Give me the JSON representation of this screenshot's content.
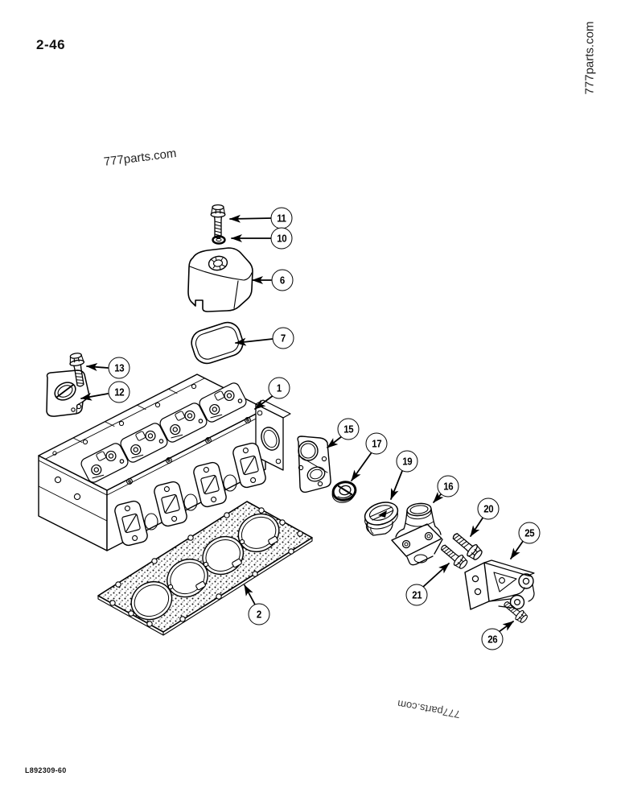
{
  "page": {
    "number": "2-46",
    "drawing_code": "L892309-60"
  },
  "watermarks": {
    "top": "777parts.com",
    "right": "777parts.com",
    "bottom": "777parts.com"
  },
  "colors": {
    "line": "#000000",
    "background": "#ffffff"
  },
  "callouts": [
    {
      "label": "11"
    },
    {
      "label": "10"
    },
    {
      "label": "6"
    },
    {
      "label": "7"
    },
    {
      "label": "13"
    },
    {
      "label": "12"
    },
    {
      "label": "1"
    },
    {
      "label": "15"
    },
    {
      "label": "17"
    },
    {
      "label": "19"
    },
    {
      "label": "16"
    },
    {
      "label": "20"
    },
    {
      "label": "25"
    },
    {
      "label": "21"
    },
    {
      "label": "2"
    },
    {
      "label": "26"
    }
  ]
}
